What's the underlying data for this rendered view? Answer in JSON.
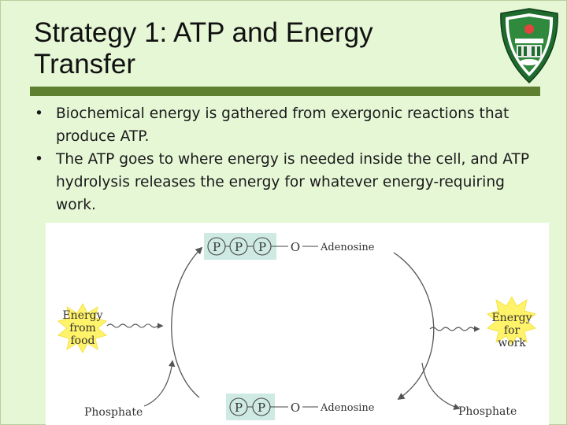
{
  "slide": {
    "title_line1": "Strategy 1: ATP and Energy",
    "title_line2": "Transfer",
    "bullets": [
      {
        "marker": "•",
        "text": "Biochemical energy is gathered from exergonic reactions that produce ATP."
      },
      {
        "marker": "•",
        "text": "The ATP goes to where energy is needed inside the cell, and ATP hydrolysis releases the energy for whatever energy-requiring work."
      }
    ]
  },
  "figure": {
    "atp": {
      "phosphates": [
        "P",
        "P",
        "P"
      ],
      "oxygen": "O",
      "base": "Adenosine"
    },
    "adp": {
      "phosphates": [
        "P",
        "P"
      ],
      "oxygen": "O",
      "base": "Adenosine"
    },
    "energy_from_food": [
      "Energy",
      "from",
      "food"
    ],
    "energy_for_work": [
      "Energy",
      "for",
      "work"
    ],
    "phosphate_left": "Phosphate",
    "phosphate_right": "Phosphate"
  },
  "colors": {
    "background": "#e6f7d6",
    "title_rule": "#5f7f31",
    "phosphate_box": "#cfe9e3",
    "starburst": "#fff36a",
    "logo_green": "#1f6b2e"
  },
  "icons": {
    "logo": "university-seal-icon"
  }
}
